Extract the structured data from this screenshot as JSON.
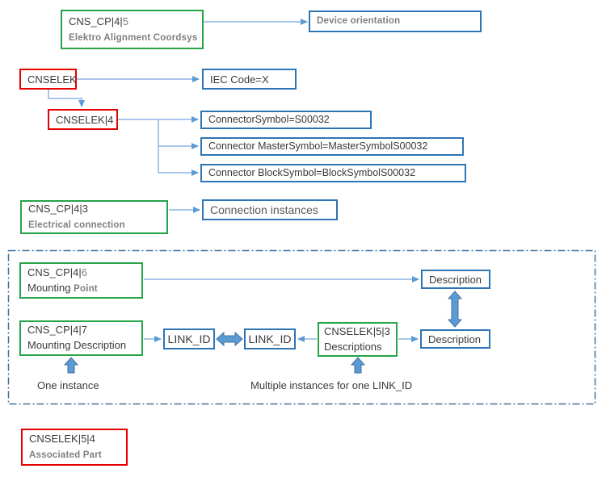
{
  "colors": {
    "green": "#27a348",
    "red": "#e60000",
    "blue": "#2e75b6",
    "connector": "#8eb4e3",
    "arrowhead": "#5b9bd5",
    "thick-fill": "#5b9bd5",
    "thick-stroke": "#41719c",
    "dash": "#41719c",
    "text-dark": "#3a3a3a",
    "text-gray": "#7f7f7f",
    "text-midgray": "#595959"
  },
  "nodes": {
    "cns_cp_4_5": {
      "title_main": "CNS_CP|4|",
      "title_suffix": "5",
      "subtitle_main": "",
      "subtitle_gray": "Elektro Alignment Coordsys"
    },
    "device_orientation": {
      "label": "Device orientation"
    },
    "cnselek": {
      "title_main": "CNSELEK"
    },
    "iec_code": {
      "label": "IEC Code=X"
    },
    "cnselek_4": {
      "title_main": "CNSELEK|4"
    },
    "connector_symbol": {
      "label": "ConnectorSymbol=S00032"
    },
    "master_symbol": {
      "label": "Connector MasterSymbol=MasterSymbolS00032"
    },
    "block_symbol": {
      "label": "Connector BlockSymbol=BlockSymbolS00032"
    },
    "cns_cp_4_3": {
      "title_main": "CNS_CP|4|3",
      "title_suffix": "",
      "subtitle_main": "",
      "subtitle_gray": "Electrical connection"
    },
    "connection_instances": {
      "label": "Connection instances"
    },
    "cns_cp_4_6": {
      "title_main": "CNS_CP|4|",
      "title_suffix": "6",
      "subtitle_main": "Mounting ",
      "subtitle_gray": "Point"
    },
    "description_top": {
      "label": "Description"
    },
    "cns_cp_4_7": {
      "title_main": "CNS_CP|4|7",
      "title_suffix": "",
      "subtitle_main": "Mounting Description",
      "subtitle_gray": ""
    },
    "link_id_left": {
      "label": "LINK_ID"
    },
    "link_id_right": {
      "label": "LINK_ID"
    },
    "cnselek_5_3": {
      "title_main": "CNSELEK|5|3",
      "title_suffix": "",
      "subtitle_main": "Descriptions",
      "subtitle_gray": ""
    },
    "description_bottom": {
      "label": "Description"
    },
    "cnselek_5_4": {
      "title_main": "CNSELEK|5|4",
      "title_suffix": "",
      "subtitle_main": "",
      "subtitle_gray": "Associated Part"
    }
  },
  "annotations": {
    "one_instance": "One instance",
    "multiple_instances": "Multiple instances for one LINK_ID"
  }
}
